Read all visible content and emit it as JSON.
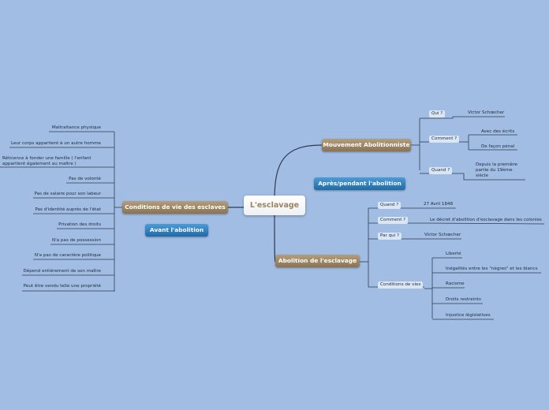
{
  "central": {
    "title": "L'esclavage"
  },
  "branches": {
    "mouvement": {
      "label": "Mouvement Abolitionniste",
      "qui": {
        "label": "Qui ?",
        "answer": "Victor Schœcher"
      },
      "comment": {
        "label": "Comment ?",
        "items": [
          "Avec des écrits",
          "De façon pénal"
        ]
      },
      "quand": {
        "label": "Quand  ?",
        "answer": "Depuis la première partie du 19ème siècle"
      }
    },
    "abolition": {
      "label": "Abolition de l'esclavage",
      "quand": {
        "label": "Quand ?",
        "answer": "27 Avril 1848"
      },
      "comment": {
        "label": "Comment ?",
        "answer": "Le décret d'abolition d'esclavage dans les colonies"
      },
      "parqui": {
        "label": "Par qui ?",
        "answer": "Victor Schœcher"
      },
      "conditions": {
        "label": "Conditions de vies",
        "items": [
          "Liberté",
          "Inégalités entre les \"nègres\" et les blancs",
          "Racisme",
          "Droits restreints",
          "Injustice législatives"
        ]
      }
    },
    "conditions": {
      "label": "Conditions de vie des esclaves",
      "items": [
        "Maltraitance physique",
        "Leur corps appartient à un autre homme",
        "Réticence à fonder une famille ( l'enfant appartient également au maître )",
        "Pas de volonté",
        "Pas de salaire pour son labeur",
        "Pas d'identité auprès de l'état",
        "Privation des droits",
        "N'a pas de possession",
        "N'a pas de caractère politique",
        "Dépend entièrement de son maître",
        "Peut être vendu telle une propriété"
      ]
    }
  },
  "floating": {
    "apres": "Après/pendant l'abolition",
    "avant": "Avant l'abolition"
  },
  "colors": {
    "background": "#a1bde3",
    "main_branch": "#9b8462",
    "floating_topic": "#2a7dc0",
    "connector": "#2e3d52"
  }
}
